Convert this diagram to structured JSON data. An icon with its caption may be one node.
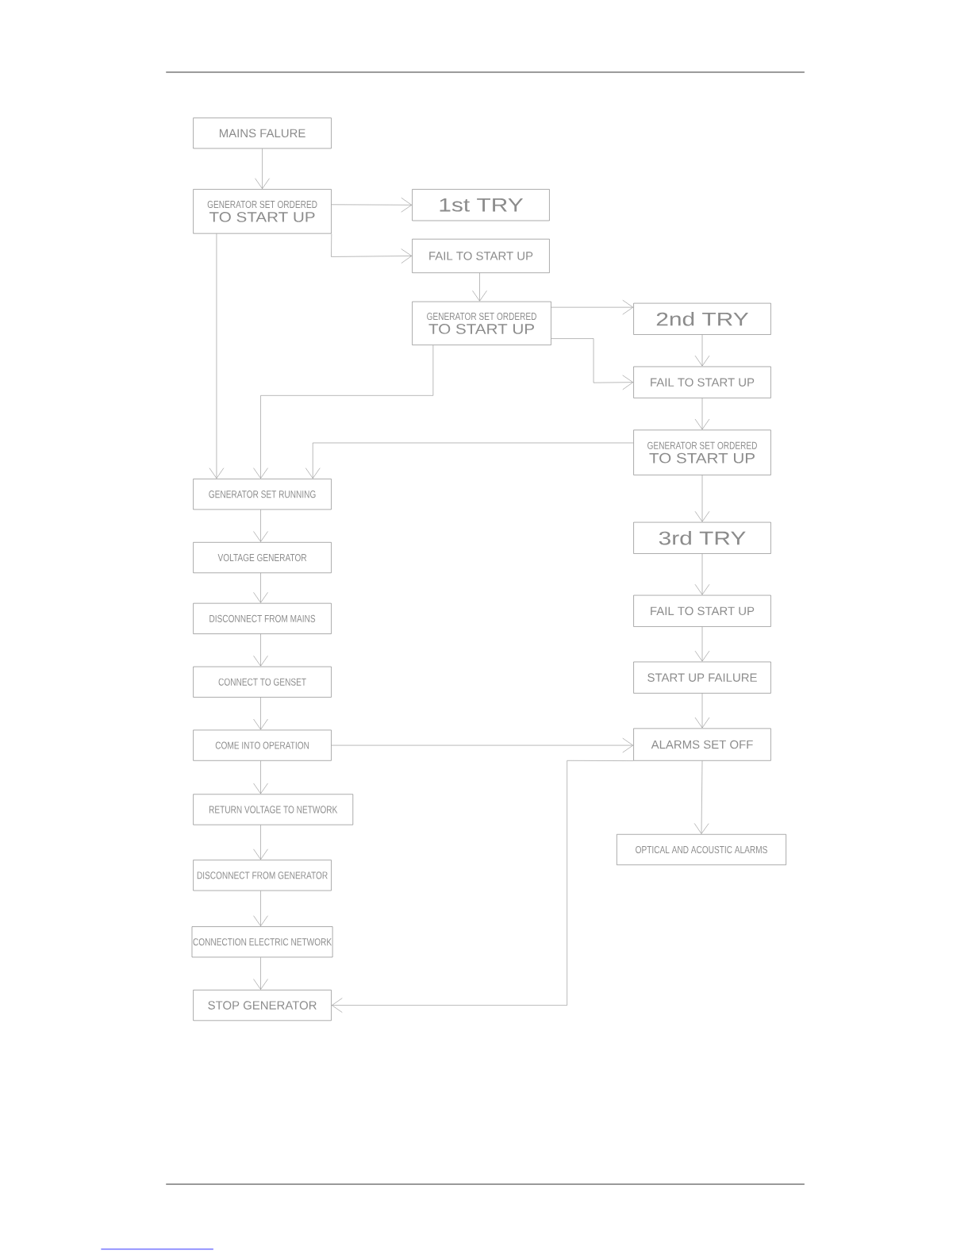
{
  "diagram": {
    "nodes": [
      {
        "text": [
          "MAINS FALURE"
        ]
      },
      {
        "text": [
          "GENERATOR SET ORDERED",
          "TO START UP"
        ]
      },
      {
        "text": [
          "1st TRY"
        ]
      },
      {
        "text": [
          "FAIL TO START UP"
        ]
      },
      {
        "text": [
          "GENERATOR SET ORDERED",
          "TO START UP"
        ]
      },
      {
        "text": [
          "2nd TRY"
        ]
      },
      {
        "text": [
          "FAIL TO START UP"
        ]
      },
      {
        "text": [
          "GENERATOR SET ORDERED",
          "TO START UP"
        ]
      },
      {
        "text": [
          "GENERATOR SET RUNNING"
        ]
      },
      {
        "text": [
          "VOLTAGE GENERATOR"
        ]
      },
      {
        "text": [
          "DISCONNECT FROM MAINS"
        ]
      },
      {
        "text": [
          "CONNECT TO GENSET"
        ]
      },
      {
        "text": [
          "COME INTO OPERATION"
        ]
      },
      {
        "text": [
          "RETURN VOLTAGE TO NETWORK"
        ]
      },
      {
        "text": [
          "DISCONNECT FROM GENERATOR"
        ]
      },
      {
        "text": [
          "CONNECTION ELECTRIC NETWORK"
        ]
      },
      {
        "text": [
          "STOP GENERATOR"
        ]
      },
      {
        "text": [
          "3rd TRY"
        ]
      },
      {
        "text": [
          "FAIL TO START UP"
        ]
      },
      {
        "text": [
          "START UP FAILURE"
        ]
      },
      {
        "text": [
          "ALARMS SET OFF"
        ]
      },
      {
        "text": [
          "OPTICAL AND ACOUSTIC ALARMS"
        ]
      }
    ],
    "edges": [
      {
        "from": 0,
        "to": 1,
        "arrow": "to"
      },
      {
        "from": 1,
        "to": 2,
        "arrow": "to"
      },
      {
        "from": 1,
        "to": 3,
        "arrow": "to"
      },
      {
        "from": 1,
        "to": 8,
        "arrow": "to"
      },
      {
        "from": 3,
        "to": 4,
        "arrow": "to"
      },
      {
        "from": 4,
        "to": 5,
        "arrow": "to"
      },
      {
        "from": 4,
        "to": 6,
        "arrow": "to"
      },
      {
        "from": 4,
        "to": 8,
        "arrow": "to"
      },
      {
        "from": 5,
        "to": 6,
        "arrow": "to"
      },
      {
        "from": 6,
        "to": 7,
        "arrow": "to"
      },
      {
        "from": 7,
        "to": 8,
        "arrow": "to"
      },
      {
        "from": 7,
        "to": 17,
        "arrow": "to"
      },
      {
        "from": 17,
        "to": 18,
        "arrow": "to"
      },
      {
        "from": 18,
        "to": 19,
        "arrow": "to"
      },
      {
        "from": 19,
        "to": 20,
        "arrow": "to"
      },
      {
        "from": 12,
        "to": 20,
        "arrow": "to"
      },
      {
        "from": 20,
        "to": 21,
        "arrow": "to"
      },
      {
        "from": 20,
        "to": 16,
        "arrow": "to"
      },
      {
        "from": 8,
        "to": 9,
        "arrow": "to"
      },
      {
        "from": 9,
        "to": 10,
        "arrow": "to"
      },
      {
        "from": 10,
        "to": 11,
        "arrow": "to"
      },
      {
        "from": 11,
        "to": 12,
        "arrow": "to"
      },
      {
        "from": 12,
        "to": 13,
        "arrow": "to"
      },
      {
        "from": 13,
        "to": 14,
        "arrow": "to"
      },
      {
        "from": 14,
        "to": 15,
        "arrow": "to"
      },
      {
        "from": 15,
        "to": 16,
        "arrow": "to"
      }
    ]
  }
}
